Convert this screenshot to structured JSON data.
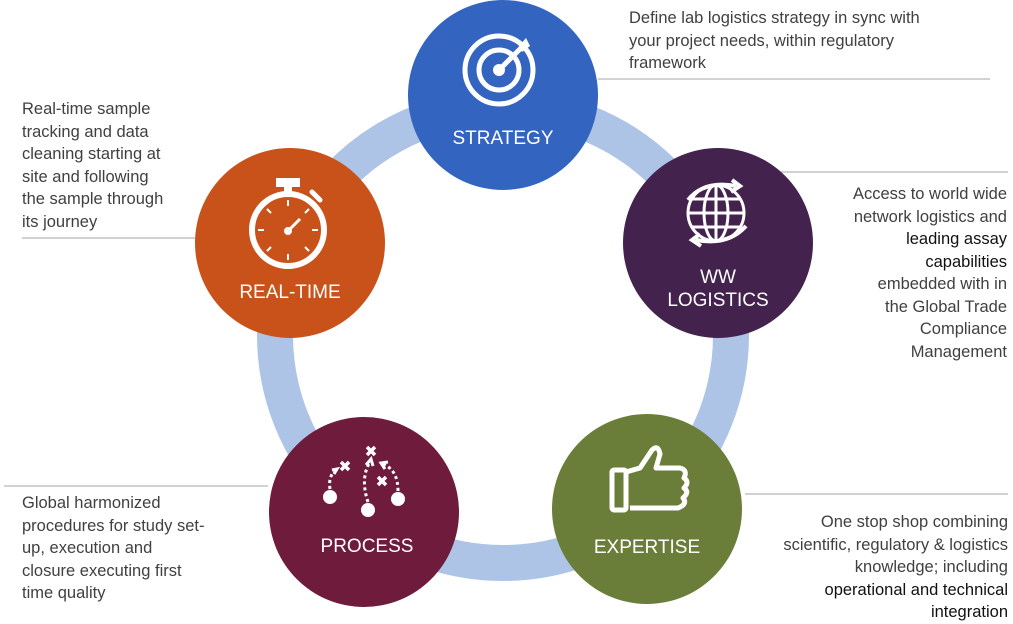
{
  "nodes": {
    "strategy": {
      "label": "STRATEGY",
      "color": "#3264c0",
      "icon": "target-icon"
    },
    "logistics": {
      "label_line1": "WW",
      "label_line2": "LOGISTICS",
      "color": "#44224e",
      "icon": "globe-arrows-icon"
    },
    "expertise": {
      "label": "EXPERTISE",
      "color": "#6a7e3a",
      "icon": "thumbs-up-icon"
    },
    "process": {
      "label": "PROCESS",
      "color": "#6e1b3c",
      "icon": "play-diagram-icon"
    },
    "realtime": {
      "label": "REAL-TIME",
      "color": "#c9521b",
      "icon": "stopwatch-icon"
    }
  },
  "ring_color": "#adc4e6",
  "descriptions": {
    "strategy": [
      "Define lab logistics strategy in sync with",
      "your project needs, within regulatory",
      "framework"
    ],
    "logistics": {
      "lines_a": [
        "Access to world wide",
        "network logistics and"
      ],
      "lines_b": [
        "leading assay",
        "capabilities"
      ],
      "lines_c": [
        "embedded with in",
        "the Global Trade",
        "Compliance",
        "Management"
      ]
    },
    "expertise": {
      "lines_a": [
        "One stop shop combining",
        "scientific, regulatory & logistics",
        "knowledge; including"
      ],
      "lines_b": [
        "operational and technical",
        "integration"
      ]
    },
    "process": [
      "Global harmonized",
      "procedures for study set-",
      "up, execution and",
      "closure executing first",
      "time quality"
    ],
    "realtime": [
      "Real-time sample",
      "tracking and data",
      "cleaning starting at",
      "site and following",
      "the sample through",
      "its journey"
    ]
  }
}
